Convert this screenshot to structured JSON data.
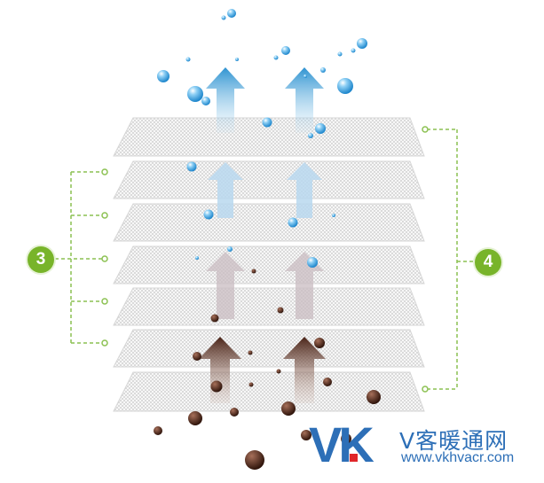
{
  "callouts": {
    "left_label": "3",
    "right_label": "4"
  },
  "watermark": {
    "logo_v": "V",
    "logo_k": "K",
    "chinese_text": "V客暖通网",
    "url": "www.vkhvacr.com"
  },
  "colors": {
    "green": "#78b42a",
    "blue_arrow": "#3d9fd6",
    "brown_arrow": "#5a3324",
    "bubble": "#3fa9e6",
    "particle": "#4a2418",
    "brand_blue": "#2d6fb7",
    "brand_red": "#e0262a"
  }
}
